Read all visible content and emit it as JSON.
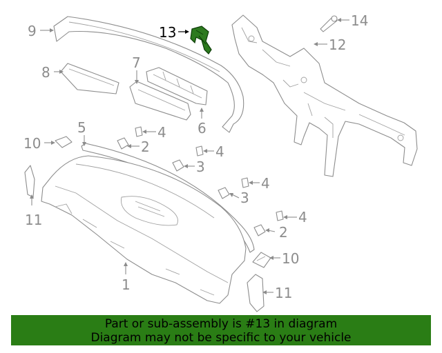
{
  "callouts": {
    "c1": "1",
    "c2a": "2",
    "c2b": "2",
    "c3a": "3",
    "c3b": "3",
    "c4a": "4",
    "c4b": "4",
    "c4c": "4",
    "c4d": "4",
    "c5": "5",
    "c6": "6",
    "c7": "7",
    "c8": "8",
    "c9": "9",
    "c10a": "10",
    "c10b": "10",
    "c11a": "11",
    "c11b": "11",
    "c12": "12",
    "c13": "13",
    "c14": "14"
  },
  "highlighted_part": "13",
  "colors": {
    "banner": "#2a7d15",
    "highlight": "#2d7a1f",
    "line": "#8c8c8c"
  },
  "banner": {
    "line1": "Part or sub-assembly is #13 in diagram",
    "line2": "Diagram may not be specific to your vehicle"
  }
}
